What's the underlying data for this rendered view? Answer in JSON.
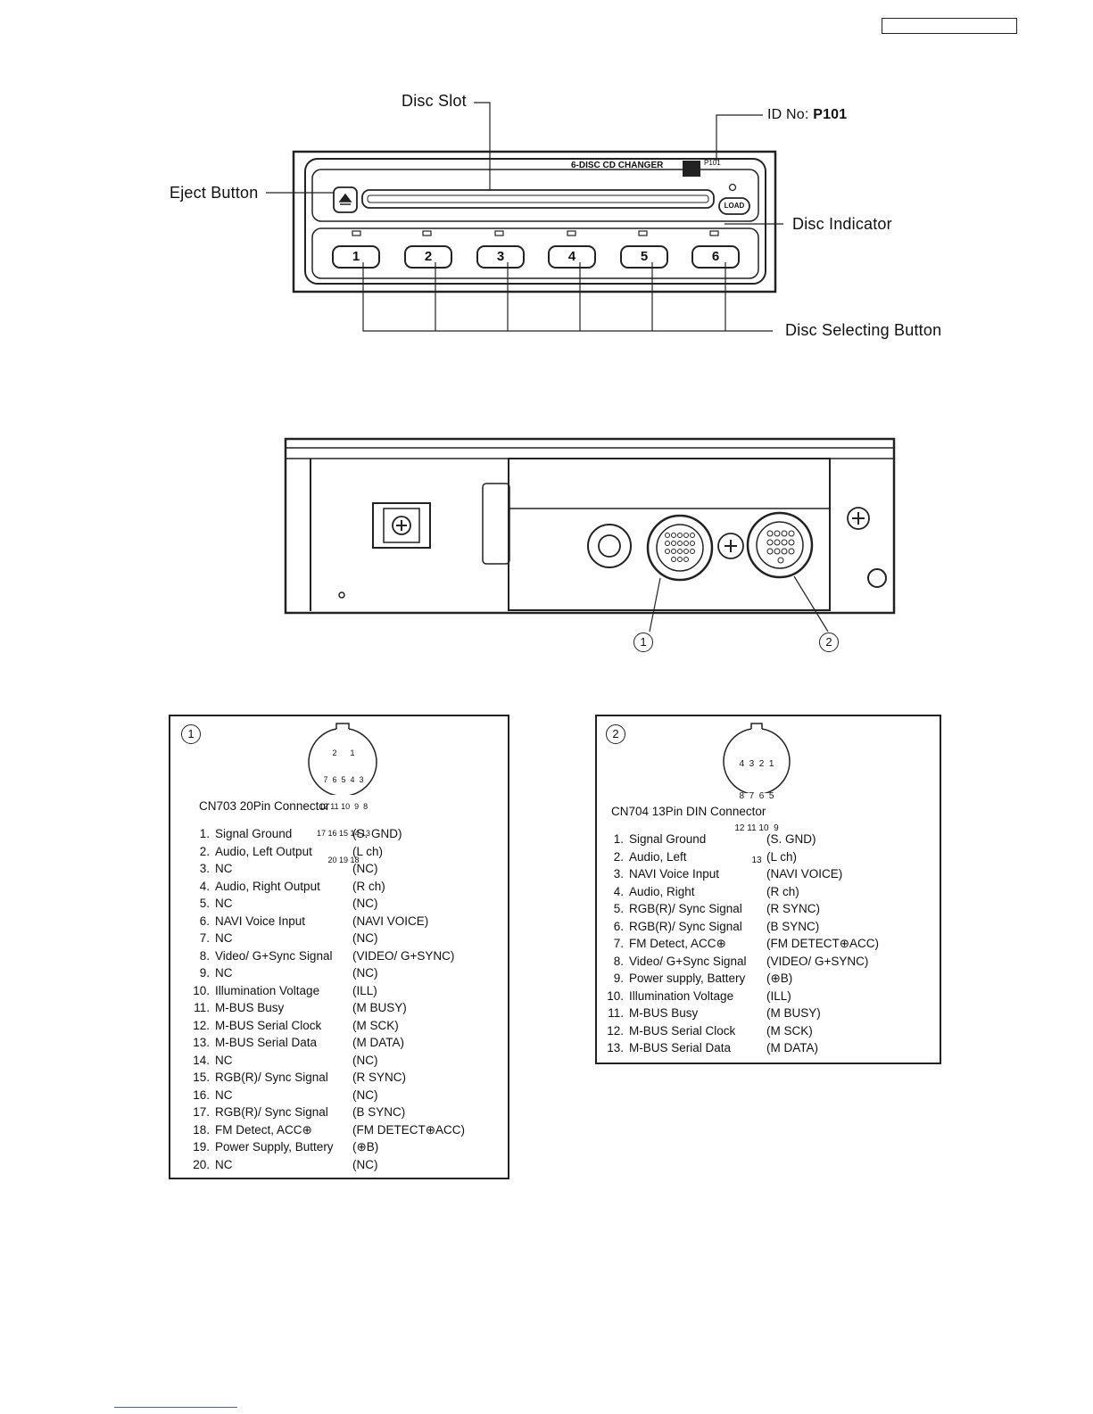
{
  "front_panel": {
    "callouts": {
      "disc_slot": "Disc Slot",
      "id_no_prefix": "ID No: ",
      "id_no_value": "P101",
      "eject_button": "Eject Button",
      "disc_indicator": "Disc Indicator",
      "disc_selecting_button": "Disc Selecting Button"
    },
    "panel_text": {
      "changer_label": "6-DISC CD CHANGER",
      "model_small": "P101",
      "load_button": "LOAD"
    },
    "disc_buttons": [
      "1",
      "2",
      "3",
      "4",
      "5",
      "6"
    ]
  },
  "rear_panel": {
    "connector_markers": [
      "1",
      "2"
    ]
  },
  "cn703": {
    "marker": "1",
    "title": "CN703 20Pin Connector",
    "pin_diagram_rows": [
      "2      1",
      "7  6  5  4  3",
      "12 11 10  9  8",
      "17 16 15 14 13",
      "20 19 18"
    ],
    "pins": [
      {
        "num": "1.",
        "name": "Signal Ground",
        "signal": "(S. GND)"
      },
      {
        "num": "2.",
        "name": "Audio, Left Output",
        "signal": "(L ch)"
      },
      {
        "num": "3.",
        "name": "NC",
        "signal": "(NC)"
      },
      {
        "num": "4.",
        "name": "Audio, Right Output",
        "signal": "(R ch)"
      },
      {
        "num": "5.",
        "name": "NC",
        "signal": "(NC)"
      },
      {
        "num": "6.",
        "name": "NAVI Voice Input",
        "signal": "(NAVI VOICE)"
      },
      {
        "num": "7.",
        "name": "NC",
        "signal": "(NC)"
      },
      {
        "num": "8.",
        "name": "Video/ G+Sync Signal",
        "signal": "(VIDEO/ G+SYNC)"
      },
      {
        "num": "9.",
        "name": "NC",
        "signal": "(NC)"
      },
      {
        "num": "10.",
        "name": "Illumination Voltage",
        "signal": "(ILL)"
      },
      {
        "num": "11.",
        "name": "M-BUS Busy",
        "signal": "(M BUSY)"
      },
      {
        "num": "12.",
        "name": "M-BUS Serial Clock",
        "signal": "(M SCK)"
      },
      {
        "num": "13.",
        "name": "M-BUS Serial Data",
        "signal": "(M DATA)"
      },
      {
        "num": "14.",
        "name": "NC",
        "signal": "(NC)"
      },
      {
        "num": "15.",
        "name": "RGB(R)/ Sync Signal",
        "signal": "(R SYNC)"
      },
      {
        "num": "16.",
        "name": "NC",
        "signal": "(NC)"
      },
      {
        "num": "17.",
        "name": "RGB(R)/ Sync Signal",
        "signal": "(B SYNC)"
      },
      {
        "num": "18.",
        "name": "FM Detect, ACC⊕",
        "signal": "(FM DETECT⊕ACC)"
      },
      {
        "num": "19.",
        "name": "Power Supply, Buttery",
        "signal": "(⊕B)"
      },
      {
        "num": "20.",
        "name": "NC",
        "signal": "(NC)"
      }
    ]
  },
  "cn704": {
    "marker": "2",
    "title": "CN704 13Pin DIN Connector",
    "pin_diagram_rows": [
      "4  3  2  1",
      "8  7  6  5",
      "12 11 10  9",
      "13"
    ],
    "pins": [
      {
        "num": "1.",
        "name": "Signal Ground",
        "signal": "(S. GND)"
      },
      {
        "num": "2.",
        "name": "Audio, Left",
        "signal": "(L ch)"
      },
      {
        "num": "3.",
        "name": "NAVI Voice Input",
        "signal": "(NAVI VOICE)"
      },
      {
        "num": "4.",
        "name": "Audio, Right",
        "signal": "(R ch)"
      },
      {
        "num": "5.",
        "name": "RGB(R)/ Sync Signal",
        "signal": "(R SYNC)"
      },
      {
        "num": "6.",
        "name": "RGB(R)/ Sync Signal",
        "signal": "(B SYNC)"
      },
      {
        "num": "7.",
        "name": "FM Detect, ACC⊕",
        "signal": "(FM DETECT⊕ACC)"
      },
      {
        "num": "8.",
        "name": "Video/ G+Sync Signal",
        "signal": "(VIDEO/ G+SYNC)"
      },
      {
        "num": "9.",
        "name": "Power supply, Battery",
        "signal": "(⊕B)"
      },
      {
        "num": "10.",
        "name": "Illumination Voltage",
        "signal": "(ILL)"
      },
      {
        "num": "11.",
        "name": "M-BUS Busy",
        "signal": "(M BUSY)"
      },
      {
        "num": "12.",
        "name": "M-BUS Serial Clock",
        "signal": "(M SCK)"
      },
      {
        "num": "13.",
        "name": "M-BUS Serial Data",
        "signal": "(M DATA)"
      }
    ]
  }
}
